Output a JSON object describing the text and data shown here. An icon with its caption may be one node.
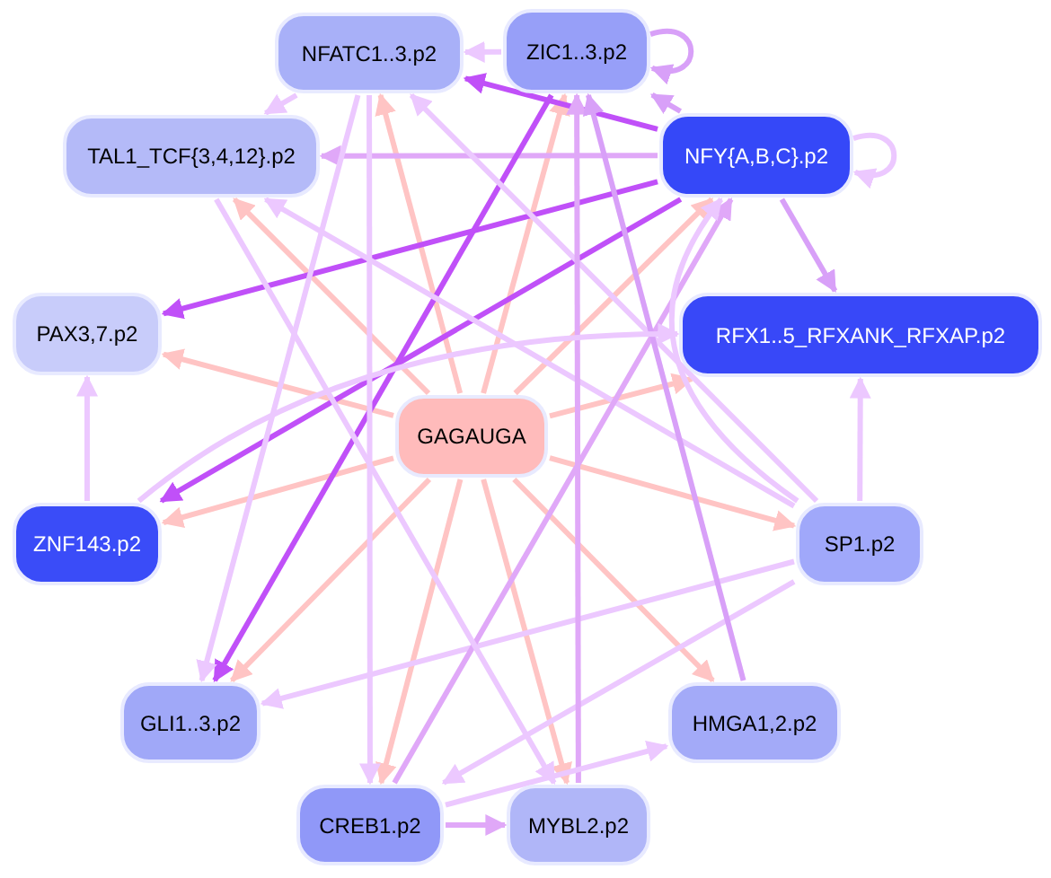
{
  "diagram": {
    "nodes": [
      {
        "text": [
          "NFATC1..3.p2"
        ]
      },
      {
        "text": [
          "ZIC1..3.p2"
        ]
      },
      {
        "text": [
          "TAL1_TCF{3,4,12}.p2"
        ]
      },
      {
        "text": [
          "NFY{A,B,C}.p2"
        ]
      },
      {
        "text": [
          "PAX3,7.p2"
        ]
      },
      {
        "text": [
          "RFX1..5_RFXANK_RFXAP.p2"
        ]
      },
      {
        "text": [
          "GAGAUGA"
        ]
      },
      {
        "text": [
          "ZNF143.p2"
        ]
      },
      {
        "text": [
          "SP1.p2"
        ]
      },
      {
        "text": [
          "GLI1..3.p2"
        ]
      },
      {
        "text": [
          "HMGA1,2.p2"
        ]
      },
      {
        "text": [
          "CREB1.p2"
        ]
      },
      {
        "text": [
          "MYBL2.p2"
        ]
      }
    ],
    "edges": [
      {
        "from": 6,
        "to": 0,
        "arrow": "to",
        "color": "#ffc4c4"
      },
      {
        "from": 6,
        "to": 1,
        "arrow": "to",
        "color": "#ffc4c4"
      },
      {
        "from": 6,
        "to": 2,
        "arrow": "to",
        "color": "#ffc4c4"
      },
      {
        "from": 6,
        "to": 3,
        "arrow": "to",
        "color": "#ffc4c4"
      },
      {
        "from": 6,
        "to": 4,
        "arrow": "to",
        "color": "#ffc4c4"
      },
      {
        "from": 6,
        "to": 5,
        "arrow": "to",
        "color": "#ffc4c4"
      },
      {
        "from": 6,
        "to": 7,
        "arrow": "to",
        "color": "#ffc4c4"
      },
      {
        "from": 6,
        "to": 8,
        "arrow": "to",
        "color": "#ffc4c4"
      },
      {
        "from": 6,
        "to": 9,
        "arrow": "to",
        "color": "#ffc4c4"
      },
      {
        "from": 6,
        "to": 10,
        "arrow": "to",
        "color": "#ffc4c4"
      },
      {
        "from": 6,
        "to": 11,
        "arrow": "to",
        "color": "#ffc4c4"
      },
      {
        "from": 6,
        "to": 12,
        "arrow": "to",
        "color": "#ffc4c4"
      },
      {
        "from": 1,
        "to": 0,
        "arrow": "to"
      },
      {
        "from": 1,
        "to": 1,
        "arrow": "to",
        "color": "#d8a0f8"
      },
      {
        "from": 3,
        "to": 1,
        "arrow": "to",
        "color": "#d8a0f8"
      },
      {
        "from": 3,
        "to": 0,
        "arrow": "to",
        "color": "#c050f8"
      },
      {
        "from": 3,
        "to": 2,
        "arrow": "to",
        "color": "#e0a8f8"
      },
      {
        "from": 3,
        "to": 4,
        "arrow": "to",
        "color": "#c050f8"
      },
      {
        "from": 3,
        "to": 7,
        "arrow": "to",
        "color": "#c050f8"
      },
      {
        "from": 3,
        "to": 5,
        "arrow": "to",
        "color": "#d8a0f8"
      },
      {
        "from": 3,
        "to": 3,
        "arrow": "to"
      },
      {
        "from": 1,
        "to": 9,
        "arrow": "to",
        "color": "#c050f8"
      },
      {
        "from": 0,
        "to": 2,
        "arrow": "to"
      },
      {
        "from": 0,
        "to": 11,
        "arrow": "to"
      },
      {
        "from": 0,
        "to": 9,
        "arrow": "to"
      },
      {
        "from": 7,
        "to": 4,
        "arrow": "to"
      },
      {
        "from": 8,
        "to": 5,
        "arrow": "to"
      },
      {
        "from": 8,
        "to": 2,
        "arrow": "to"
      },
      {
        "from": 8,
        "to": 0,
        "arrow": "to"
      },
      {
        "from": 8,
        "to": 9,
        "arrow": "to"
      },
      {
        "from": 8,
        "to": 11,
        "arrow": "to"
      },
      {
        "from": 12,
        "to": 1,
        "arrow": "to",
        "color": "#e0a8f8"
      },
      {
        "from": 11,
        "to": 12,
        "arrow": "to",
        "color": "#e0a8f8"
      },
      {
        "from": 11,
        "to": 3,
        "arrow": "to",
        "color": "#e0a8f8"
      },
      {
        "from": 11,
        "to": 10,
        "arrow": "to"
      },
      {
        "from": 10,
        "to": 1,
        "arrow": "to",
        "color": "#d8a0f8"
      },
      {
        "from": 2,
        "to": 12,
        "arrow": "to"
      },
      {
        "from": 7,
        "to": 5,
        "arrow": "to"
      },
      {
        "from": 8,
        "to": 3,
        "arrow": "to"
      }
    ]
  }
}
